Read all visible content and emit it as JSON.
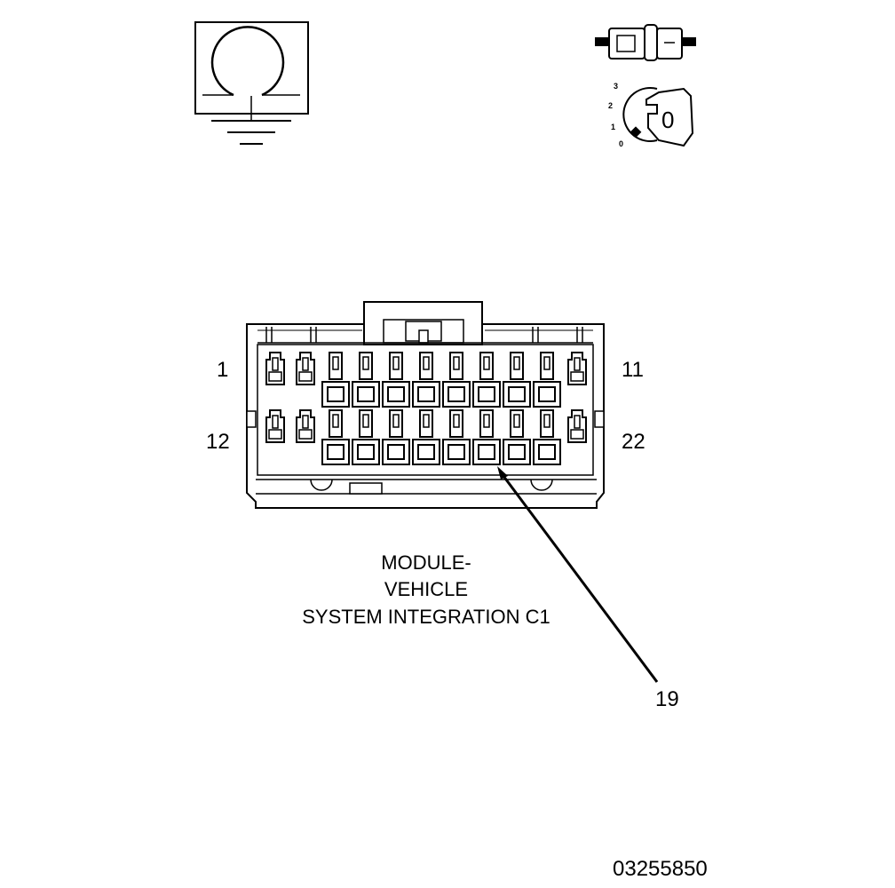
{
  "connector": {
    "pin_labels": {
      "top_left": "1",
      "top_right": "11",
      "bottom_left": "12",
      "bottom_right": "22"
    },
    "title_lines": [
      "MODULE-",
      "VEHICLE",
      "SYSTEM INTEGRATION C1"
    ],
    "callout_pin": "19",
    "rows": 2,
    "pins_per_row": 11
  },
  "ignition_key": {
    "positions": [
      "3",
      "2",
      "1",
      "0"
    ],
    "key_label": "0"
  },
  "figure_id": "03255850",
  "icons": [
    "ground-symbol-icon",
    "fuse-icon",
    "ignition-key-icon"
  ]
}
